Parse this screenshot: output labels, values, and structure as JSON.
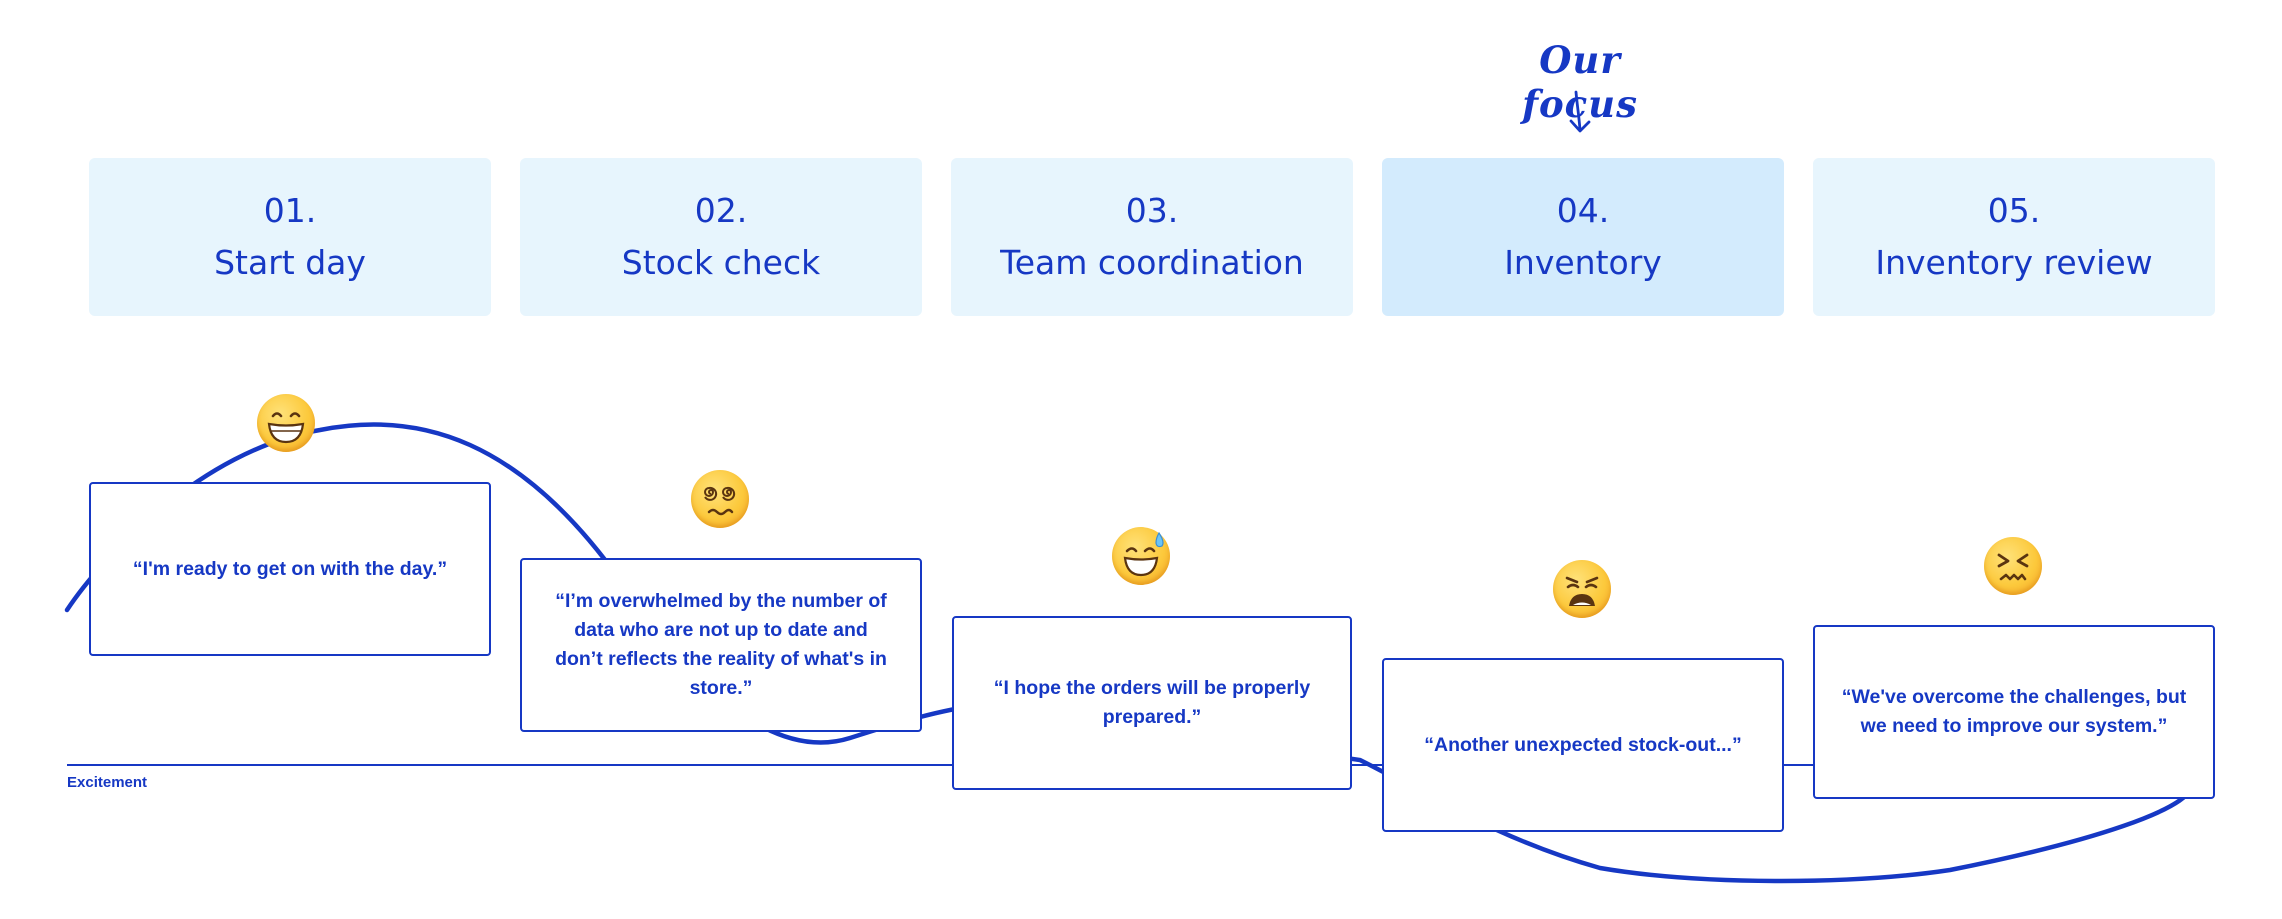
{
  "focus": {
    "label": "Our focus"
  },
  "stages": [
    {
      "number": "01.",
      "title": "Start day"
    },
    {
      "number": "02.",
      "title": "Stock check"
    },
    {
      "number": "03.",
      "title": "Team coordination"
    },
    {
      "number": "04.",
      "title": "Inventory"
    },
    {
      "number": "05.",
      "title": "Inventory review"
    }
  ],
  "quotes": [
    "“I'm ready to get on with the day.”",
    "“I’m overwhelmed by the number of data who are not up to date and don’t reflects the reality of what's in store.”",
    "“I hope the orders will be properly prepared.”",
    "“Another unexpected stock-out...”",
    "“We've overcome the challenges, but we need to improve our system.”"
  ],
  "emotions": [
    {
      "icon": "grinning-face-icon"
    },
    {
      "icon": "dizzy-face-icon"
    },
    {
      "icon": "sweat-smile-face-icon"
    },
    {
      "icon": "weary-face-icon"
    },
    {
      "icon": "confounded-face-icon"
    }
  ],
  "axis": {
    "label": "Excitement"
  },
  "colors": {
    "accent": "#1638c4",
    "stage_bg": "#e7f5fd",
    "focus_bg": "#d3ebfd"
  }
}
